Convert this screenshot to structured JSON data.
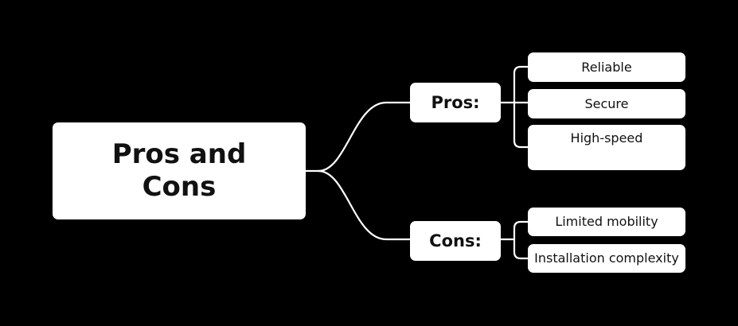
{
  "diagram": {
    "root": {
      "label": "Pros and Cons"
    },
    "branches": [
      {
        "label": "Pros:",
        "items": [
          "Reliable",
          "Secure",
          "High-speed"
        ]
      },
      {
        "label": "Cons:",
        "items": [
          "Limited mobility",
          "Installation complexity"
        ]
      }
    ]
  },
  "colors": {
    "background": "#000000",
    "node_fill": "#ffffff",
    "node_text": "#111111",
    "connector": "#ffffff"
  }
}
